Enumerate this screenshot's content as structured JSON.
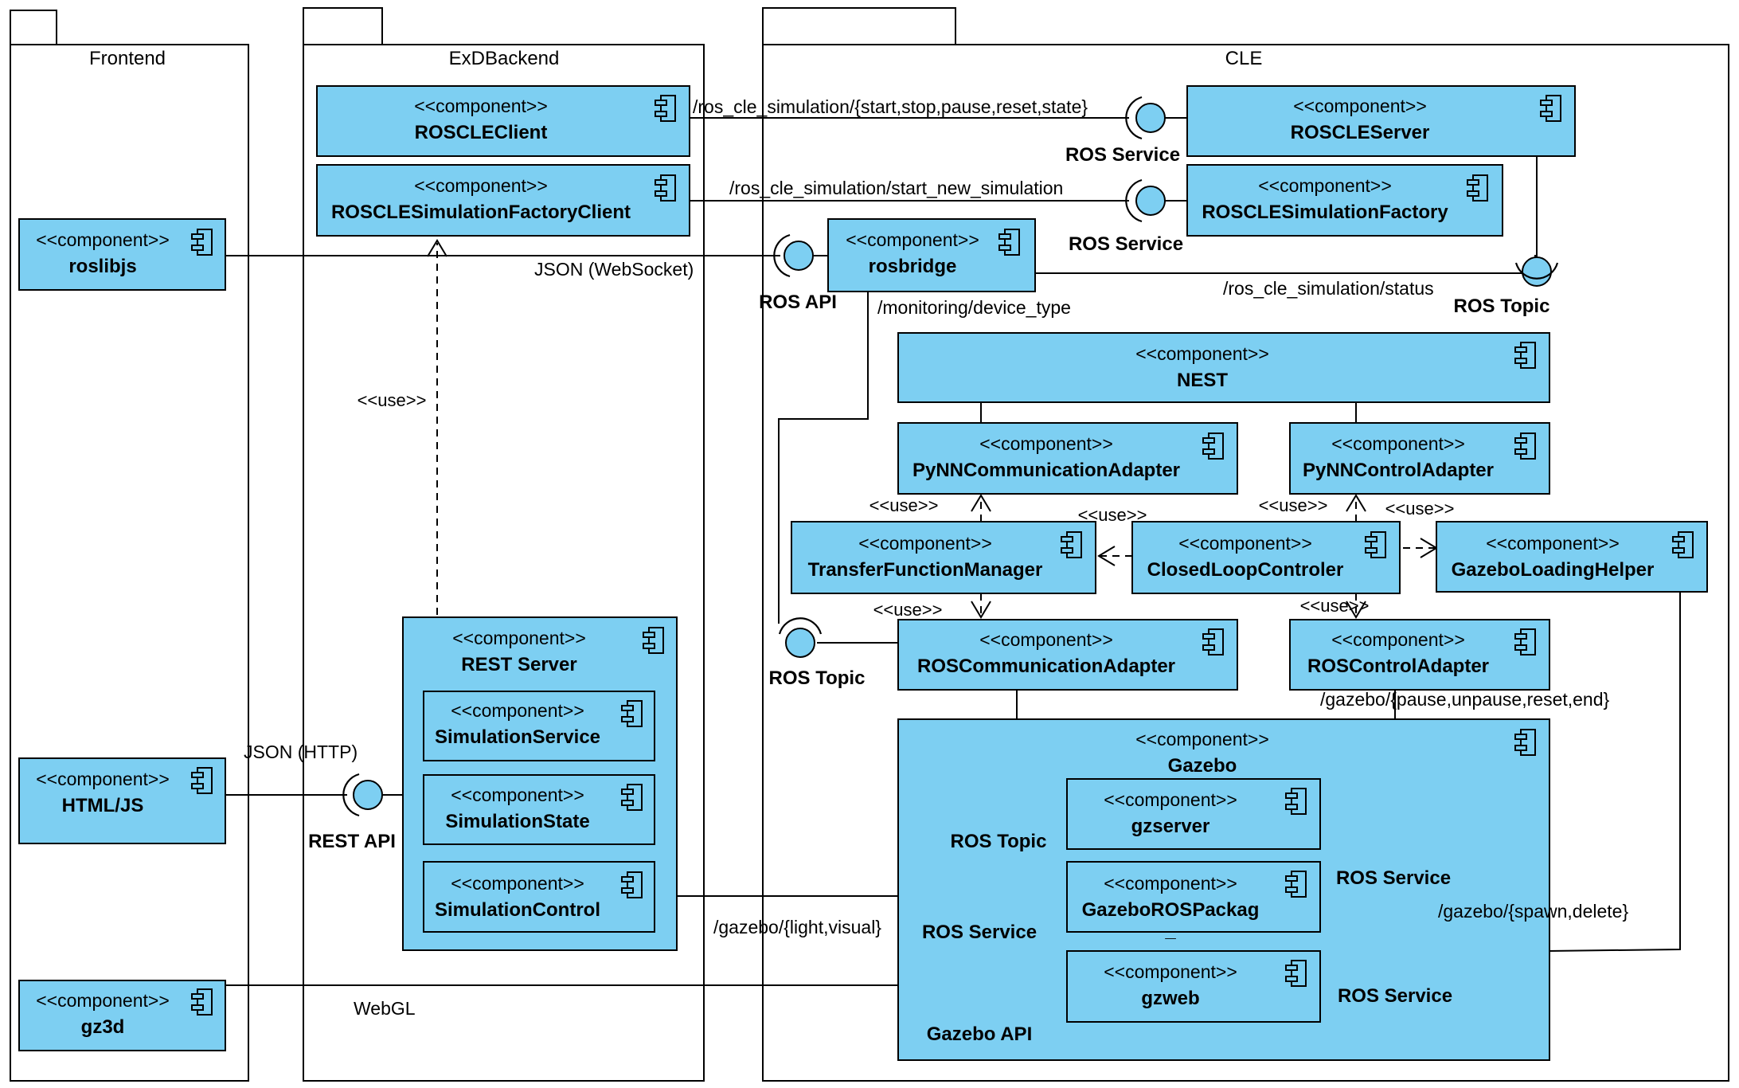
{
  "stereotype": "<<component>>",
  "packages": {
    "frontend": "Frontend",
    "exdbackend": "ExDBackend",
    "cle": "CLE"
  },
  "components": {
    "roslibjs": "roslibjs",
    "htmljs": "HTML/JS",
    "gz3d": "gz3d",
    "roscleclient": "ROSCLEClient",
    "rosclesimfactoryclient": "ROSCLESimulationFactoryClient",
    "restserver": "REST Server",
    "simulationservice": "SimulationService",
    "simulationstate": "SimulationState",
    "simulationcontrol": "SimulationControl",
    "roscleserver": "ROSCLEServer",
    "rosclesimfactory": "ROSCLESimulationFactory",
    "rosbridge": "rosbridge",
    "nest": "NEST",
    "pynncommadapter": "PyNNCommunicationAdapter",
    "pynncontroladapter": "PyNNControlAdapter",
    "transferfunctionmanager": "TransferFunctionManager",
    "closedloopcontroler": "ClosedLoopControler",
    "gazeboloadinghelper": "GazeboLoadingHelper",
    "roscommadapter": "ROSCommunicationAdapter",
    "roscontroladapter": "ROSControlAdapter",
    "gazebo": "Gazebo",
    "gzserver": "gzserver",
    "gazeborospackag": "GazeboROSPackag",
    "gazeborospackag_tail": "_",
    "gzweb": "gzweb"
  },
  "interfaces": {
    "ros_service": "ROS Service",
    "ros_api": "ROS API",
    "ros_topic": "ROS Topic",
    "rest_api": "REST API",
    "gazebo_api": "Gazebo API"
  },
  "edge_labels": {
    "ros_cle_simulation_cmds": "/ros_cle_simulation/{start,stop,pause,reset,state}",
    "start_new_simulation": "/ros_cle_simulation/start_new_simulation",
    "json_websocket": "JSON (WebSocket)",
    "monitoring_device_type": "/monitoring/device_type",
    "ros_cle_simulation_status": "/ros_cle_simulation/status",
    "gazebo_pause": "/gazebo/{pause,unpause,reset,end}",
    "json_http": "JSON (HTTP)",
    "gazebo_light_visual": "/gazebo/{light,visual}",
    "gazebo_spawn_delete": "/gazebo/{spawn,delete}",
    "webgl": "WebGL",
    "use": "<<use>>"
  },
  "colors": {
    "component_fill": "#7dcff2",
    "line": "#000000",
    "background": "#ffffff"
  },
  "icons": [
    "component-icon",
    "required-interface-socket",
    "provided-interface-ball"
  ]
}
